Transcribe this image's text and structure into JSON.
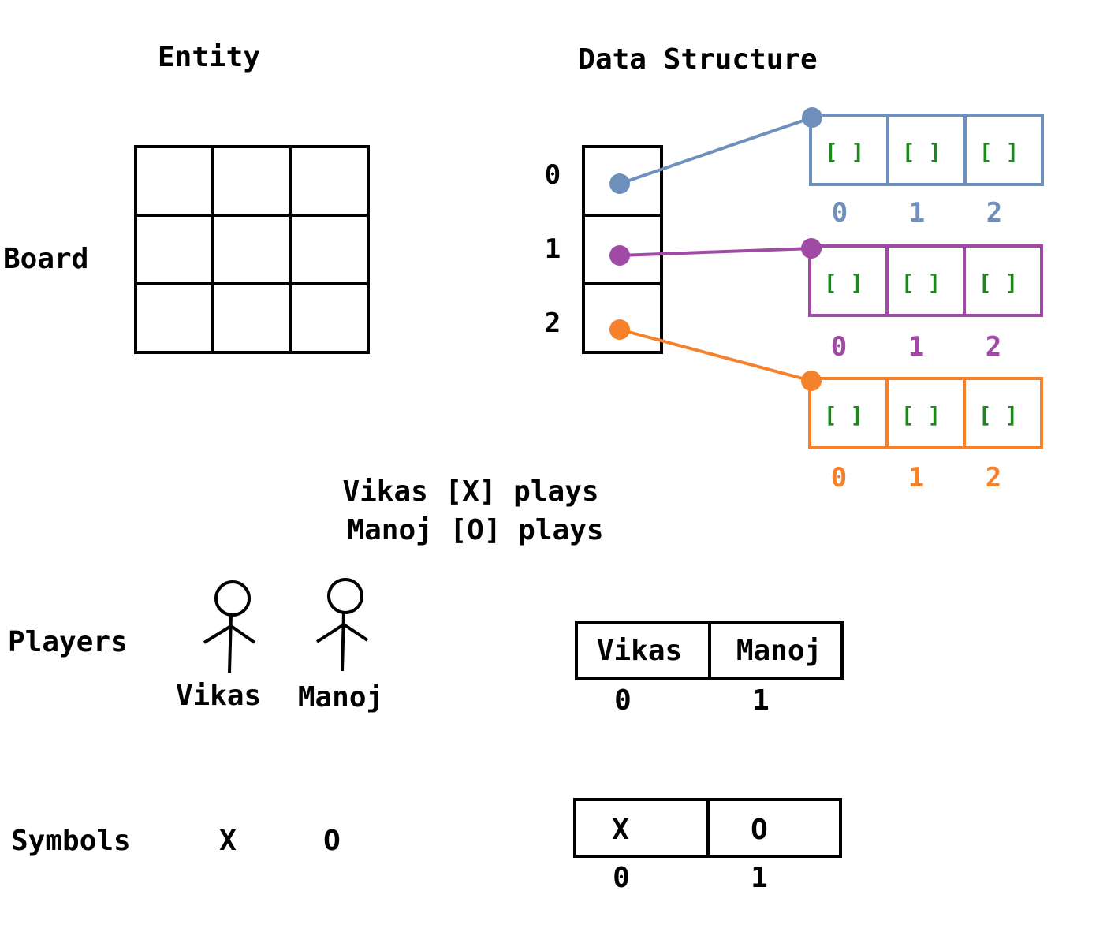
{
  "headers": {
    "entity": "Entity",
    "data_structure": "Data Structure"
  },
  "labels": {
    "board": "Board",
    "players": "Players",
    "symbols": "Symbols"
  },
  "row_indices": [
    "0",
    "1",
    "2"
  ],
  "cell_text": "[ ]",
  "col_indices": [
    "0",
    "1",
    "2"
  ],
  "row_colors": [
    "#6f8fbd",
    "#a04aa6",
    "#f5812b"
  ],
  "cell_text_color": "#1a8a1a",
  "turn_messages": [
    "Vikas [X] plays",
    "Manoj [O] plays"
  ],
  "players": [
    "Vikas",
    "Manoj"
  ],
  "player_array": {
    "values": [
      "Vikas",
      "Manoj"
    ],
    "indices": [
      "0",
      "1"
    ]
  },
  "symbols": [
    "X",
    "O"
  ],
  "symbol_array": {
    "values": [
      "X",
      "O"
    ],
    "indices": [
      "0",
      "1"
    ]
  }
}
